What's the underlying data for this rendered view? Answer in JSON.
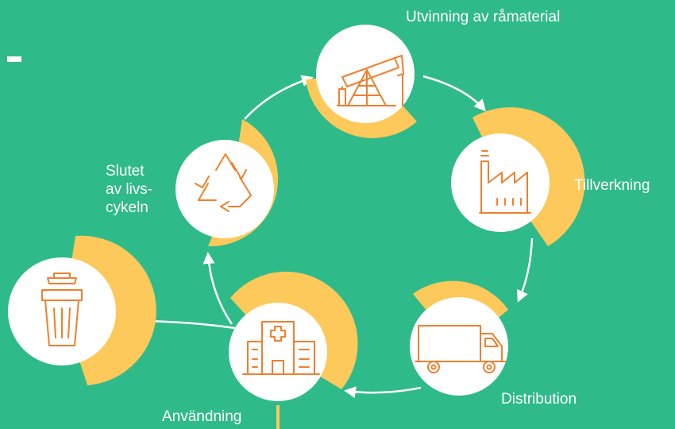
{
  "colors": {
    "background": "#2fba8a",
    "circle": "#ffffff",
    "accent_arc": "#fcc95a",
    "icon_stroke": "#f07f2e",
    "arrow": "#ffffff"
  },
  "stages": [
    {
      "id": "extraction",
      "label": "Utvinning av råmaterial",
      "icon": "oil-pump-icon"
    },
    {
      "id": "manufacturing",
      "label": "Tillverkning",
      "icon": "factory-icon"
    },
    {
      "id": "distribution",
      "label": "Distribution",
      "icon": "truck-icon"
    },
    {
      "id": "use",
      "label": "Användning",
      "icon": "hospital-icon"
    },
    {
      "id": "end_of_life",
      "label_lines": [
        "Slutet",
        "av livs-",
        "cykeln"
      ],
      "icon": "recycle-icon"
    }
  ],
  "disposal": {
    "icon": "trash-bin-icon"
  }
}
